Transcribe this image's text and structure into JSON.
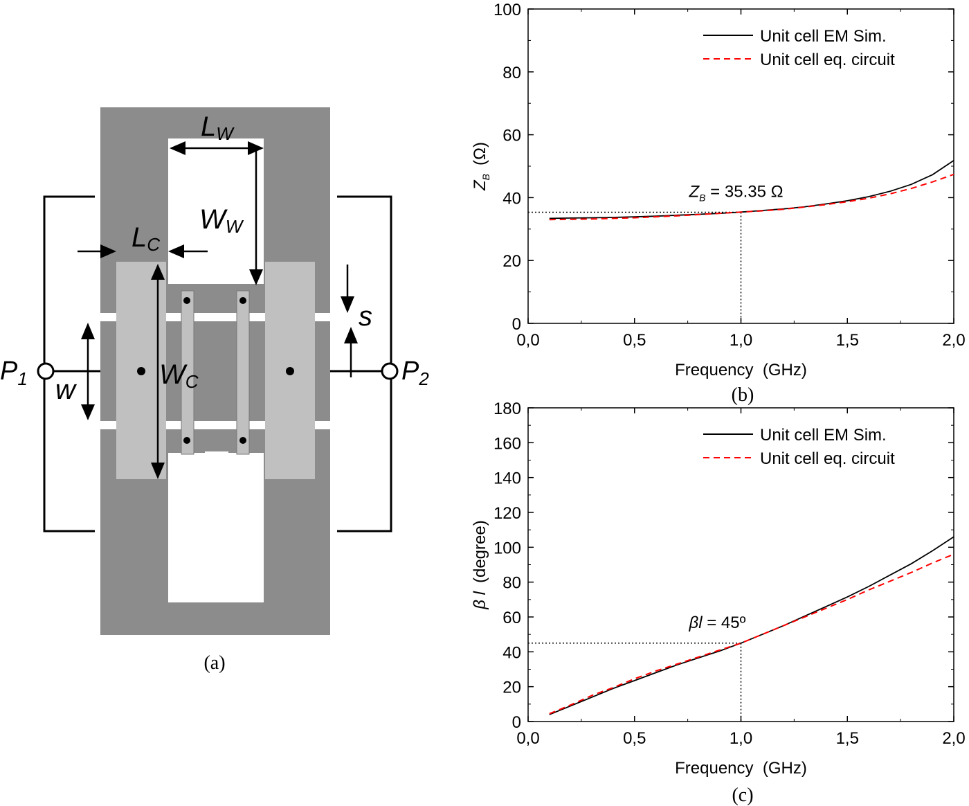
{
  "figure": {
    "panel_a": {
      "caption": "(a)",
      "labels": {
        "p1_main": "P",
        "p1_sub": "1",
        "p2_main": "P",
        "p2_sub": "2",
        "lw_main": "L",
        "lw_sub": "W",
        "ww_main": "W",
        "ww_sub": "W",
        "lc_main": "L",
        "lc_sub": "C",
        "wc_main": "W",
        "wc_sub": "C",
        "w": "w",
        "s": "s"
      },
      "colors": {
        "dark": "#8c8c8c",
        "light": "#c0c0c0",
        "line": "#000000"
      }
    },
    "panel_b": {
      "caption": "(b)"
    },
    "panel_c": {
      "caption": "(c)"
    }
  },
  "chart_data": [
    {
      "type": "line",
      "panel": "(b)",
      "xlabel": "Frequency  (GHz)",
      "ylabel_main": "Z",
      "ylabel_sub": "B",
      "ylabel_unit": "(Ω)",
      "xlim": [
        0.0,
        2.0
      ],
      "ylim": [
        0,
        100
      ],
      "xticks": [
        0.0,
        0.5,
        1.0,
        1.5,
        2.0
      ],
      "xtick_labels": [
        "0,0",
        "0,5",
        "1,0",
        "1,5",
        "2,0"
      ],
      "yticks": [
        0,
        20,
        40,
        60,
        80,
        100
      ],
      "ytick_labels": [
        "0",
        "20",
        "40",
        "60",
        "80",
        "100"
      ],
      "legend_position": "top-right",
      "annotation": {
        "main": "Z",
        "sub": "B",
        "rest": " = 35.35 Ω",
        "x": 1.0,
        "y": 35.35
      },
      "series": [
        {
          "name": "Unit cell EM Sim.",
          "color": "#000000",
          "style": "solid",
          "x": [
            0.1,
            0.2,
            0.3,
            0.4,
            0.5,
            0.6,
            0.7,
            0.8,
            0.9,
            1.0,
            1.1,
            1.2,
            1.3,
            1.4,
            1.5,
            1.6,
            1.7,
            1.8,
            1.9,
            2.0
          ],
          "values": [
            33.4,
            33.5,
            33.6,
            33.7,
            33.9,
            34.1,
            34.4,
            34.7,
            35.0,
            35.4,
            35.9,
            36.4,
            37.1,
            38.0,
            39.0,
            40.3,
            42.0,
            44.2,
            47.3,
            51.8
          ]
        },
        {
          "name": "Unit cell eq. circuit",
          "color": "#ff0000",
          "style": "dashed",
          "x": [
            0.1,
            0.2,
            0.3,
            0.4,
            0.5,
            0.6,
            0.7,
            0.8,
            0.9,
            1.0,
            1.1,
            1.2,
            1.3,
            1.4,
            1.5,
            1.6,
            1.7,
            1.8,
            1.9,
            2.0
          ],
          "values": [
            33.0,
            33.1,
            33.2,
            33.4,
            33.6,
            33.9,
            34.2,
            34.6,
            35.0,
            35.4,
            35.8,
            36.3,
            37.0,
            37.8,
            38.7,
            39.8,
            41.2,
            42.9,
            45.0,
            47.4
          ]
        }
      ]
    },
    {
      "type": "line",
      "panel": "(c)",
      "xlabel": "Frequency  (GHz)",
      "ylabel_main": "β l",
      "ylabel_unit": "(degree)",
      "xlim": [
        0.0,
        2.0
      ],
      "ylim": [
        0,
        180
      ],
      "xticks": [
        0.0,
        0.5,
        1.0,
        1.5,
        2.0
      ],
      "xtick_labels": [
        "0,0",
        "0,5",
        "1,0",
        "1,5",
        "2,0"
      ],
      "yticks": [
        0,
        20,
        40,
        60,
        80,
        100,
        120,
        140,
        160,
        180
      ],
      "ytick_labels": [
        "0",
        "20",
        "40",
        "60",
        "80",
        "100",
        "120",
        "140",
        "160",
        "180"
      ],
      "legend_position": "top-right",
      "annotation": {
        "main": "βl",
        "sub": "",
        "rest": " = 45º",
        "x": 1.0,
        "y": 45
      },
      "series": [
        {
          "name": "Unit cell EM Sim.",
          "color": "#000000",
          "style": "solid",
          "x": [
            0.1,
            0.2,
            0.3,
            0.4,
            0.5,
            0.6,
            0.7,
            0.8,
            0.9,
            1.0,
            1.1,
            1.2,
            1.3,
            1.4,
            1.5,
            1.6,
            1.7,
            1.8,
            1.9,
            2.0
          ],
          "values": [
            4,
            9,
            14,
            19,
            23.5,
            28,
            32.5,
            36.5,
            40.5,
            45,
            50,
            55,
            60.5,
            66,
            71.5,
            77.5,
            84,
            90.5,
            98,
            106
          ]
        },
        {
          "name": "Unit cell eq. circuit",
          "color": "#ff0000",
          "style": "dashed",
          "x": [
            0.1,
            0.2,
            0.3,
            0.4,
            0.5,
            0.6,
            0.7,
            0.8,
            0.9,
            1.0,
            1.1,
            1.2,
            1.3,
            1.4,
            1.5,
            1.6,
            1.7,
            1.8,
            1.9,
            2.0
          ],
          "values": [
            4.5,
            9.5,
            15,
            19.5,
            24.5,
            29,
            33,
            37,
            41,
            45,
            50,
            55,
            60,
            65,
            70,
            75.5,
            80.5,
            85.5,
            91,
            96
          ]
        }
      ]
    }
  ]
}
